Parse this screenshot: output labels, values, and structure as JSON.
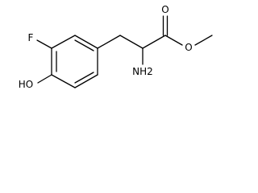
{
  "molecule": {
    "atoms": {
      "fluorine": "F",
      "hydroxyl": "HO",
      "amine": "NH2",
      "carbonyl_oxygen": "O",
      "ester_oxygen": "O"
    }
  }
}
